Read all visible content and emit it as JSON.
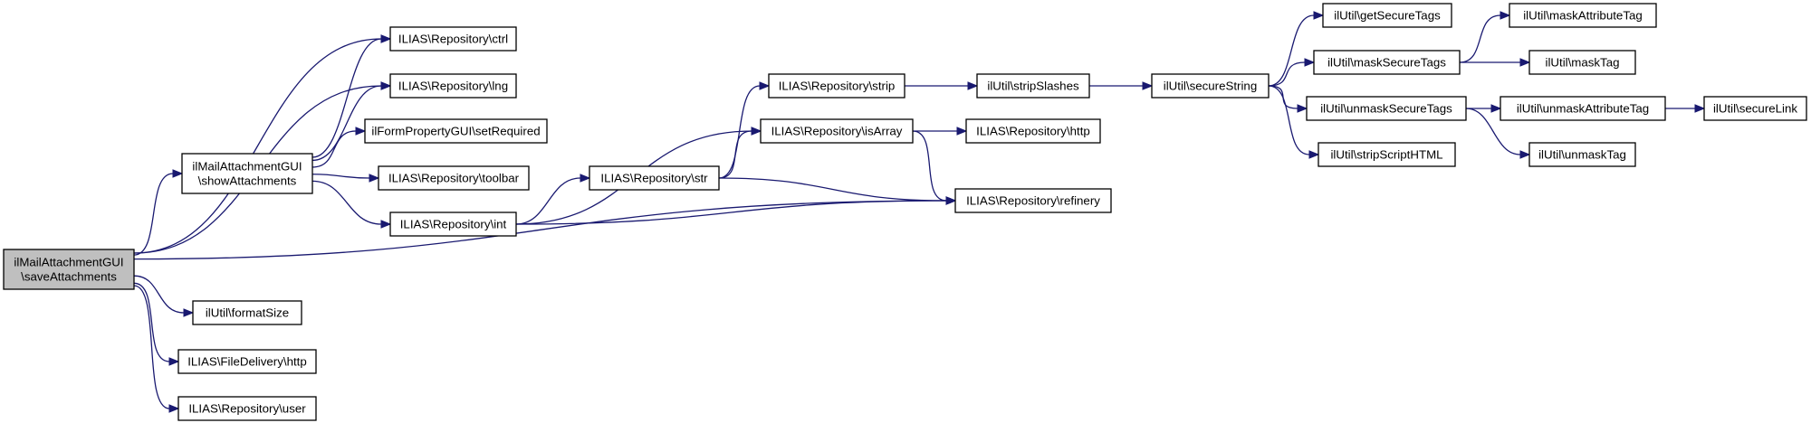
{
  "colors": {
    "edge": "#191970",
    "node_fill": "#ffffff",
    "root_fill": "#bfbfbf",
    "node_border": "#000000"
  },
  "nodes": [
    {
      "id": "saveAttachments",
      "lines": [
        "ilMailAttachmentGUI",
        "\\saveAttachments"
      ],
      "root": true
    },
    {
      "id": "showAttachments",
      "lines": [
        "ilMailAttachmentGUI",
        "\\showAttachments"
      ]
    },
    {
      "id": "repo_ctrl",
      "lines": [
        "ILIAS\\Repository\\ctrl"
      ]
    },
    {
      "id": "repo_lng",
      "lines": [
        "ILIAS\\Repository\\lng"
      ]
    },
    {
      "id": "setRequired",
      "lines": [
        "ilFormPropertyGUI\\setRequired"
      ]
    },
    {
      "id": "repo_toolbar",
      "lines": [
        "ILIAS\\Repository\\toolbar"
      ]
    },
    {
      "id": "repo_int",
      "lines": [
        "ILIAS\\Repository\\int"
      ]
    },
    {
      "id": "formatSize",
      "lines": [
        "ilUtil\\formatSize"
      ]
    },
    {
      "id": "fd_http",
      "lines": [
        "ILIAS\\FileDelivery\\http"
      ]
    },
    {
      "id": "repo_user",
      "lines": [
        "ILIAS\\Repository\\user"
      ]
    },
    {
      "id": "repo_strip",
      "lines": [
        "ILIAS\\Repository\\strip"
      ]
    },
    {
      "id": "repo_str",
      "lines": [
        "ILIAS\\Repository\\str"
      ]
    },
    {
      "id": "repo_isArray",
      "lines": [
        "ILIAS\\Repository\\isArray"
      ]
    },
    {
      "id": "repo_refinery",
      "lines": [
        "ILIAS\\Repository\\refinery"
      ]
    },
    {
      "id": "repo_http",
      "lines": [
        "ILIAS\\Repository\\http"
      ]
    },
    {
      "id": "stripSlashes",
      "lines": [
        "ilUtil\\stripSlashes"
      ]
    },
    {
      "id": "secureString",
      "lines": [
        "ilUtil\\secureString"
      ]
    },
    {
      "id": "getSecureTags",
      "lines": [
        "ilUtil\\getSecureTags"
      ]
    },
    {
      "id": "maskSecureTags",
      "lines": [
        "ilUtil\\maskSecureTags"
      ]
    },
    {
      "id": "unmaskSecureTags",
      "lines": [
        "ilUtil\\unmaskSecureTags"
      ]
    },
    {
      "id": "stripScriptHTML",
      "lines": [
        "ilUtil\\stripScriptHTML"
      ]
    },
    {
      "id": "maskAttributeTag",
      "lines": [
        "ilUtil\\maskAttributeTag"
      ]
    },
    {
      "id": "maskTag",
      "lines": [
        "ilUtil\\maskTag"
      ]
    },
    {
      "id": "unmaskAttributeTag",
      "lines": [
        "ilUtil\\unmaskAttributeTag"
      ]
    },
    {
      "id": "unmaskTag",
      "lines": [
        "ilUtil\\unmaskTag"
      ]
    },
    {
      "id": "secureLink",
      "lines": [
        "ilUtil\\secureLink"
      ]
    }
  ],
  "edges": [
    {
      "from": "saveAttachments",
      "to": "repo_ctrl"
    },
    {
      "from": "saveAttachments",
      "to": "repo_lng"
    },
    {
      "from": "saveAttachments",
      "to": "showAttachments"
    },
    {
      "from": "saveAttachments",
      "to": "repo_refinery"
    },
    {
      "from": "saveAttachments",
      "to": "formatSize"
    },
    {
      "from": "saveAttachments",
      "to": "fd_http"
    },
    {
      "from": "saveAttachments",
      "to": "repo_user"
    },
    {
      "from": "showAttachments",
      "to": "repo_ctrl"
    },
    {
      "from": "showAttachments",
      "to": "repo_lng"
    },
    {
      "from": "showAttachments",
      "to": "setRequired"
    },
    {
      "from": "showAttachments",
      "to": "repo_toolbar"
    },
    {
      "from": "showAttachments",
      "to": "repo_int"
    },
    {
      "from": "repo_int",
      "to": "repo_isArray"
    },
    {
      "from": "repo_int",
      "to": "repo_str"
    },
    {
      "from": "repo_int",
      "to": "repo_refinery"
    },
    {
      "from": "repo_str",
      "to": "repo_strip"
    },
    {
      "from": "repo_str",
      "to": "repo_isArray"
    },
    {
      "from": "repo_str",
      "to": "repo_refinery"
    },
    {
      "from": "repo_isArray",
      "to": "repo_http"
    },
    {
      "from": "repo_isArray",
      "to": "repo_refinery"
    },
    {
      "from": "repo_strip",
      "to": "stripSlashes"
    },
    {
      "from": "stripSlashes",
      "to": "secureString"
    },
    {
      "from": "secureString",
      "to": "getSecureTags"
    },
    {
      "from": "secureString",
      "to": "maskSecureTags"
    },
    {
      "from": "secureString",
      "to": "unmaskSecureTags"
    },
    {
      "from": "secureString",
      "to": "stripScriptHTML"
    },
    {
      "from": "maskSecureTags",
      "to": "maskAttributeTag"
    },
    {
      "from": "maskSecureTags",
      "to": "maskTag"
    },
    {
      "from": "unmaskSecureTags",
      "to": "unmaskAttributeTag"
    },
    {
      "from": "unmaskSecureTags",
      "to": "unmaskTag"
    },
    {
      "from": "unmaskAttributeTag",
      "to": "secureLink"
    }
  ]
}
